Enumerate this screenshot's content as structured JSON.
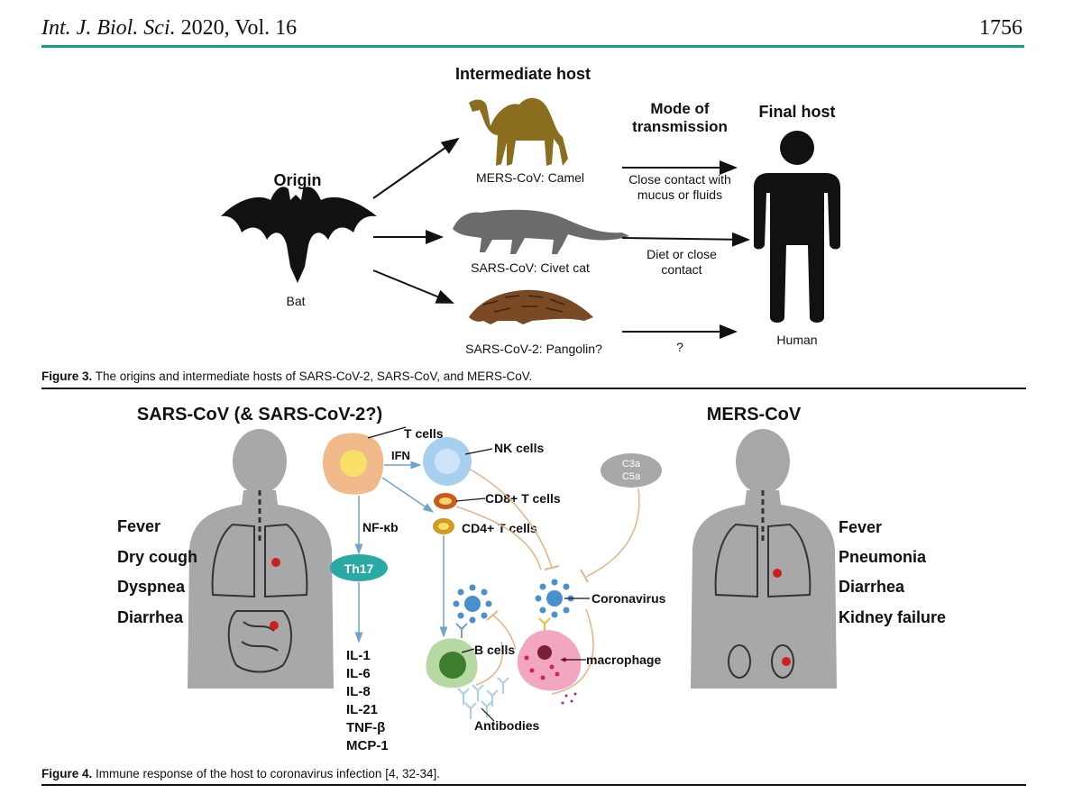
{
  "header": {
    "journal": "Int. J. Biol. Sci.",
    "year_vol": "2020, Vol. 16",
    "page": "1756"
  },
  "fig3": {
    "origin_title": "Origin",
    "bat_label": "Bat",
    "intermediate_title": "Intermediate host",
    "mode_title_1": "Mode of",
    "mode_title_2": "transmission",
    "final_title": "Final host",
    "human_label": "Human",
    "hosts": [
      {
        "label": "MERS-CoV: Camel",
        "mode_1": "Close contact with",
        "mode_2": "mucus or fluids"
      },
      {
        "label": "SARS-CoV: Civet cat",
        "mode_1": "Diet or close",
        "mode_2": "contact"
      },
      {
        "label": "SARS-CoV-2: Pangolin?",
        "mode_1": "?",
        "mode_2": ""
      }
    ],
    "caption_label": "Figure 3.",
    "caption_text": " The origins and intermediate hosts of SARS-CoV-2, SARS-CoV, and MERS-CoV."
  },
  "fig4": {
    "left_title": "SARS-CoV (& SARS-CoV-2?)",
    "right_title": "MERS-CoV",
    "left_symptoms": [
      "Fever",
      "Dry cough",
      "Dyspnea",
      "Diarrhea"
    ],
    "right_symptoms": [
      "Fever",
      "Pneumonia",
      "Diarrhea",
      "Kidney failure"
    ],
    "labels": {
      "t_cells": "T cells",
      "ifn": "IFN",
      "nk_cells": "NK cells",
      "cd8": "CD8+ T cells",
      "cd4": "CD4+ T cells",
      "nfkb": "NF-κb",
      "th17": "Th17",
      "c3a": "C3a",
      "c5a": "C5a",
      "coronavirus": "Coronavirus",
      "b_cells": "B cells",
      "macrophage": "macrophage",
      "antibodies": "Antibodies"
    },
    "cytokines": [
      "IL-1",
      "IL-6",
      "IL-8",
      "IL-21",
      "TNF-β",
      "MCP-1"
    ],
    "caption_label": "Figure 4.",
    "caption_text": " Immune response of the host to coronavirus infection [4, 32-34]."
  },
  "colors": {
    "accent_rule": "#1a9a8a",
    "camel": "#8a6d1f",
    "civet": "#6b6b6b",
    "pangolin": "#7a4a24",
    "body_gray": "#a8a8a8",
    "th17": "#2aa9a5",
    "arrow_blue": "#6fa2cf",
    "arrow_orange": "#eab184"
  }
}
